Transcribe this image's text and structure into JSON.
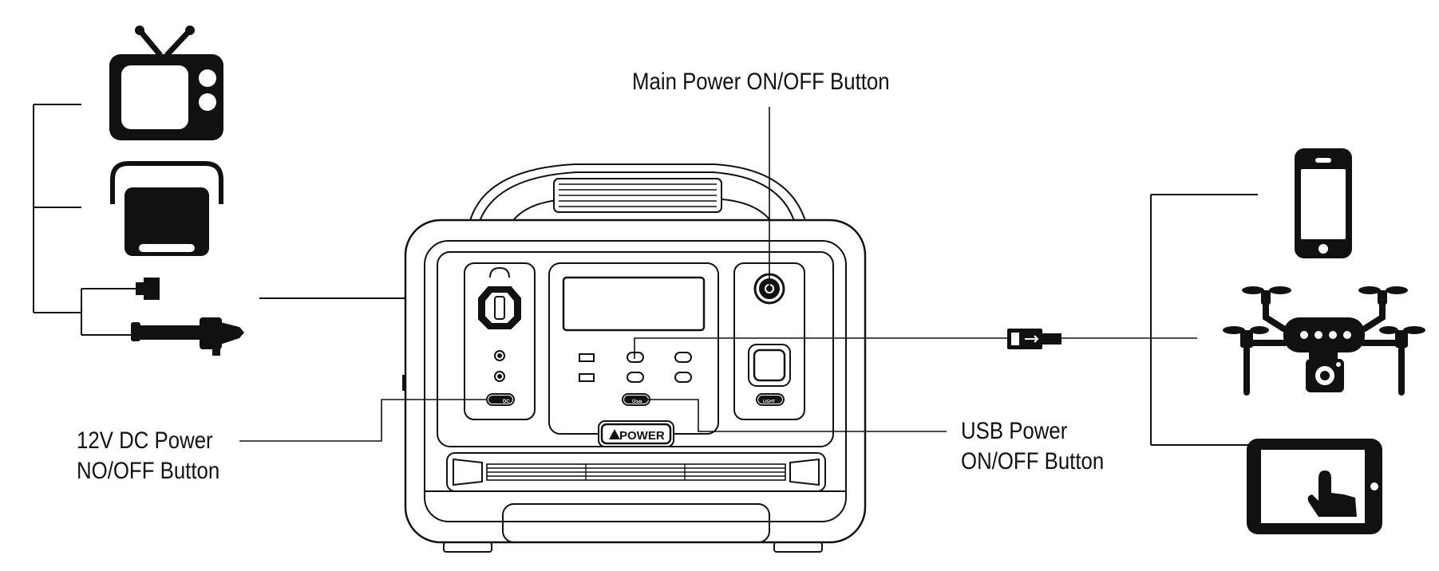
{
  "diagram": {
    "labels": {
      "main_power": "Main Power ON/OFF Button",
      "dc_power_line1": "12V DC Power",
      "dc_power_line2": "NO/OFF Button",
      "usb_power_line1": "USB Power",
      "usb_power_line2": "ON/OFF Button"
    },
    "device": {
      "brand": "POWER",
      "dc_button": "DC",
      "usb_button": "USB",
      "light_button": "LIGHT"
    },
    "left_devices": [
      "tv-icon",
      "cooler-icon",
      "dc-plug-icon",
      "car-charger-icon"
    ],
    "right_devices": [
      "smartphone-icon",
      "drone-icon",
      "tablet-icon"
    ],
    "connector_icon": "usb-plug-icon"
  }
}
